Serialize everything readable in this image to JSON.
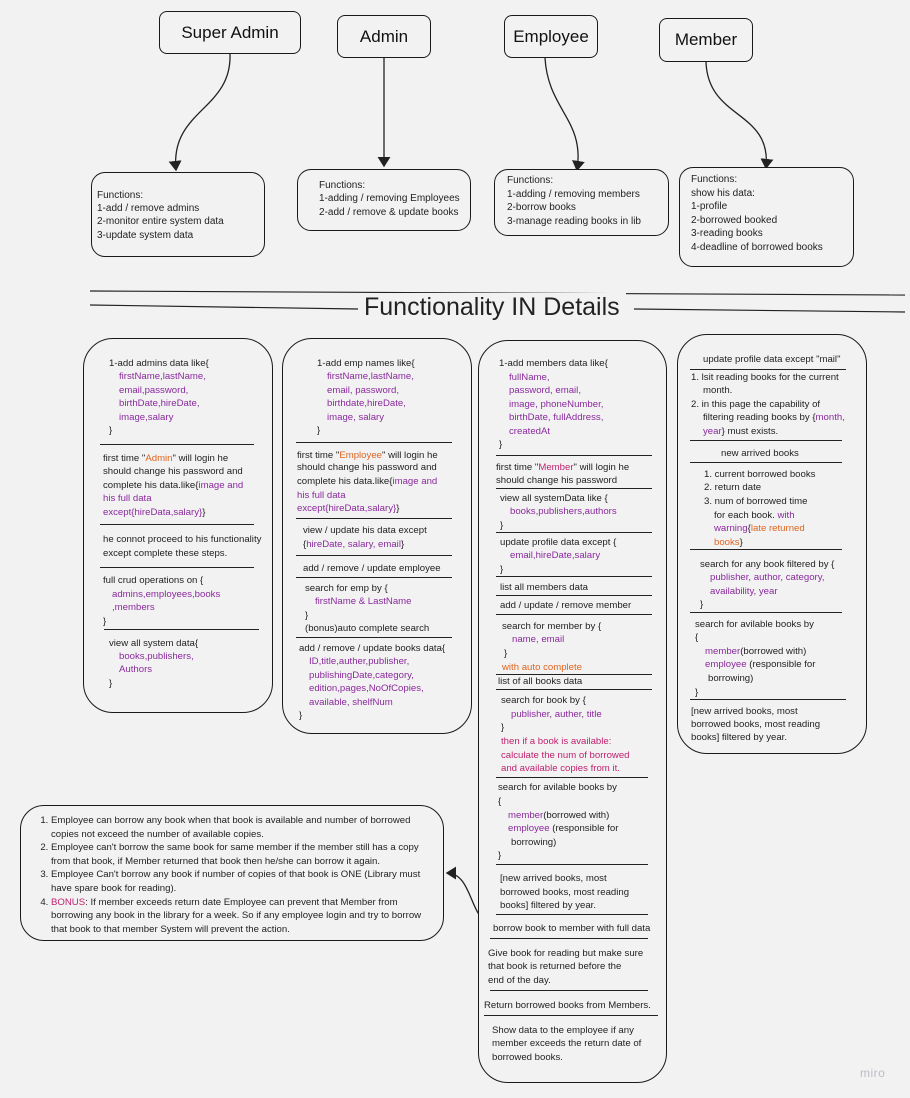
{
  "roles": [
    "Super Admin",
    "Admin",
    "Employee",
    "Member"
  ],
  "functions": {
    "super_admin": [
      "Functions:",
      "1-add / remove admins",
      "2-monitor entire system data",
      "3-update system data"
    ],
    "admin": [
      "Functions:",
      "1-adding / removing Employees",
      "2-add / remove & update books"
    ],
    "employee": [
      "Functions:",
      "1-adding / removing members",
      "2-borrow books",
      "3-manage reading books in lib"
    ],
    "member": [
      "Functions:",
      "show his data:",
      "1-profile",
      "2-borrowed booked",
      "3-reading books",
      "4-deadline of borrowed books"
    ]
  },
  "section_title": "Functionality IN Details",
  "detail_super_admin": {
    "l1": "1-add admins  data like{",
    "l2": "firstName,lastName,",
    "l3": "email,password,",
    "l4": "birthDate,hireDate,",
    "l5": "image,salary",
    "l6": "}",
    "l7a": "first time \"",
    "l7b": "Admin",
    "l7c": "\" will login he",
    "l8": "should change his password and",
    "l9a": "complete his data.like{",
    "l9b": "image and",
    "l10": "his full data",
    "l11a": "except{hireData,salary}",
    "l11b": "}",
    "l12": "he connot proceed to his functionality",
    "l13": "except complete these steps.",
    "l14": "full crud operations on {",
    "l15": "admins,employees,books",
    "l16": ",members",
    "l17": "}",
    "l18": "view all system data{",
    "l19": "books,publishers,",
    "l20": "Authors",
    "l21": "}"
  },
  "detail_admin": {
    "l1": "1-add emp names like{",
    "l2": "firstName,lastName,",
    "l3": "email, password,",
    "l4": "birthdate,hireDate,",
    "l5": "image, salary",
    "l6": "}",
    "l7a": "first time \"",
    "l7b": "Employee",
    "l7c": "\" will login he",
    "l8": "should change his password and",
    "l9a": "complete his data.like{",
    "l9b": "image and",
    "l10": "his full data",
    "l11a": "except{hireData,salary}",
    "l11b": "}",
    "l12": "view / update his data except",
    "l13a": "{",
    "l13b": "hireDate, salary, email",
    "l13c": "}",
    "l14": "add / remove / update employee",
    "l15": "search for emp by {",
    "l16": "firstName & LastName",
    "l17": "}",
    "l18": "(bonus)auto complete search",
    "l19": "add / remove / update books data{",
    "l20": "ID,title,auther,publisher,",
    "l21": "publishingDate,category,",
    "l22": "edition,pages,NoOfCopies,",
    "l23": "available, shelfNum",
    "l24": "}"
  },
  "detail_employee": {
    "l1": "1-add members data like{",
    "l2": "fullName,",
    "l3": "password, email,",
    "l4": "image, phoneNumber,",
    "l5": "birthDate, fullAddress,",
    "l6": "createdAt",
    "l7": "}",
    "l8a": "first time \"",
    "l8b": "Member",
    "l8c": "\" will login he",
    "l9": "should change his password",
    "l10": "view all systemData like {",
    "l11": "books,publishers,authors",
    "l12": "}",
    "l13": "update profile data except {",
    "l14": "email,hireDate,salary",
    "l15": "}",
    "l16": "list all members data",
    "l17": "add / update / remove member",
    "l18": "search for member by {",
    "l19": "name, email",
    "l20": "}",
    "l21": "with auto complete",
    "l22": "list of all books data",
    "l23": "search for book by {",
    "l24": "publisher, auther, title",
    "l25": "}",
    "l26": "then if a book is available:",
    "l27": "calculate the num of borrowed",
    "l28": "and available copies from it.",
    "l29": "search for avilable books by",
    "l30": "{",
    "l31a": "member",
    "l31b": "(borrowed with)",
    "l32a": "employee",
    "l32b": " (responsible for",
    "l33": "borrowing)",
    "l34": "}",
    "l35": "[new arrived books, most",
    "l36": "borrowed books, most reading",
    "l37": "books] filtered by year.",
    "l38": "borrow book to member with full data",
    "l39": "Give book for reading but make sure",
    "l40": "that book is returned before the",
    "l41": "end of the day.",
    "l42": "Return borrowed books from Members.",
    "l43": "Show data to the employee if any",
    "l44": "member exceeds the return date of",
    "l45": "borrowed books."
  },
  "detail_member": {
    "l1": "update profile data except \"mail\"",
    "l2": "1. lsit reading books for the current",
    "l3": "month.",
    "l4": "2. in this page the capability of",
    "l5a": "filtering reading books by {",
    "l5b": "month,",
    "l6a": "year",
    "l6b": "} must exists.",
    "l7": "new arrived books",
    "l8": "1.  current borrowed books",
    "l9": "2.  return date",
    "l10": "3.  num of borrowed time",
    "l11a": "for each book. ",
    "l11b": "with",
    "l12a": "warning",
    "l12b": "{",
    "l12c": "late returned",
    "l13a": "books",
    "l13b": "}",
    "l14": "search for any book filtered by {",
    "l15": "publisher, author, category,",
    "l16": "availability, year",
    "l17": "}",
    "l18": "search for avilable books by",
    "l19": "{",
    "l20a": "member",
    "l20b": "(borrowed with)",
    "l21a": "employee",
    "l21b": " (responsible for",
    "l22": "borrowing)",
    "l23": "}",
    "l24": "[new arrived books, most",
    "l25": "borrowed books, most reading",
    "l26": "books] filtered by year."
  },
  "rules": [
    {
      "text": "Employee can borrow any book when that book is available and number of borrowed copies not exceed the number of available copies."
    },
    {
      "text": "Employee can't borrow the same book for same member if the member still has a copy from that book, if Member returned that book then he/she can borrow it again."
    },
    {
      "text": "Employee Can't borrow any book if number of copies of that book is ONE (Library must have spare book for reading)."
    },
    {
      "prefix": "BONUS",
      "text": ": If member exceeds return date Employee can prevent that Member from borrowing any book in the library for a week. So if any employee login and try to borrow that book to that member System will prevent the action."
    }
  ],
  "watermark": "miro"
}
